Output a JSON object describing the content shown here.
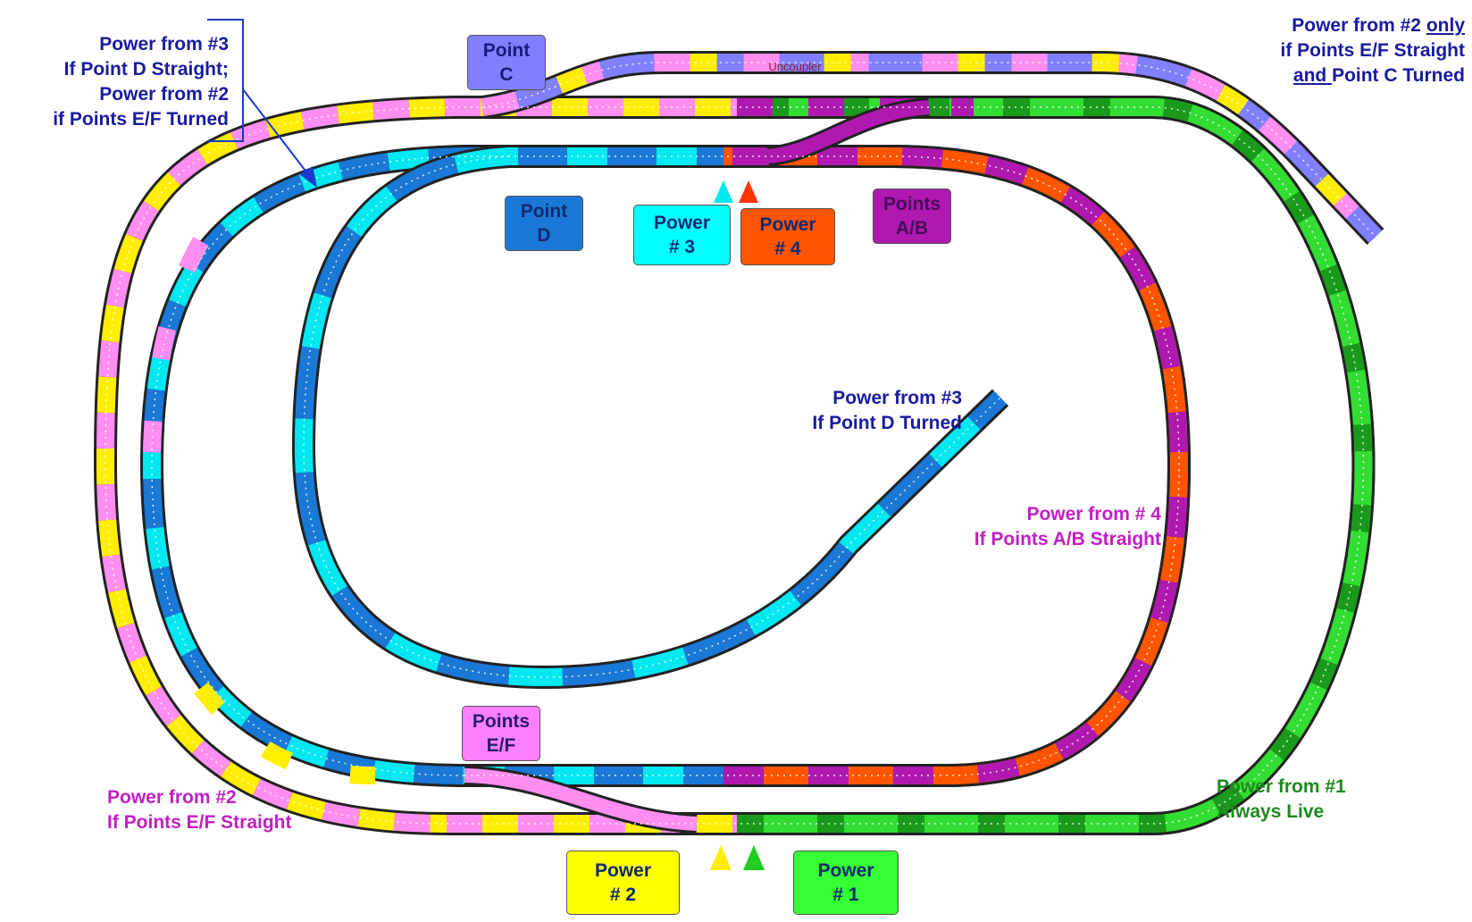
{
  "labels": {
    "point_c": [
      "Point",
      "C"
    ],
    "point_d": [
      "Point",
      "D"
    ],
    "points_ab": [
      "Points",
      "A/B"
    ],
    "points_ef": [
      "Points",
      "E/F"
    ],
    "power_1": [
      "Power",
      "# 1"
    ],
    "power_2": [
      "Power",
      "# 2"
    ],
    "power_3": [
      "Power",
      "# 3"
    ],
    "power_4": [
      "Power",
      "# 4"
    ],
    "uncoupler": "Uncoupler"
  },
  "annotations": {
    "top_left": [
      "Power from #3",
      "If Point D Straight;",
      "Power from #2",
      "if Points E/F Turned"
    ],
    "top_right": {
      "line1a": "Power from #2 ",
      "line1b": "only",
      "line2": "if Points E/F Straight",
      "line3a": "and ",
      "line3b": "Point C Turned"
    },
    "center": [
      "Power from #3",
      "If Point D Turned"
    ],
    "right_mid": [
      "Power from # 4",
      "If Points A/B Straight"
    ],
    "bottom_left": [
      "Power from #2",
      "If Points E/F Straight"
    ],
    "bottom_right": [
      "Power from #1",
      "Always Live"
    ]
  },
  "colors": {
    "power_1": "#22dd22",
    "power_2": "#ffff00",
    "power_3": "#00ffff",
    "power_4": "#ff5500",
    "point_c": "#8080ff",
    "point_d": "#1a78d6",
    "points_ab": "#b019b0",
    "points_ef": "#ff80ff",
    "text_blue": "#1a1aa0",
    "text_magenta": "#c020c0",
    "text_green": "#1e8a1e"
  }
}
